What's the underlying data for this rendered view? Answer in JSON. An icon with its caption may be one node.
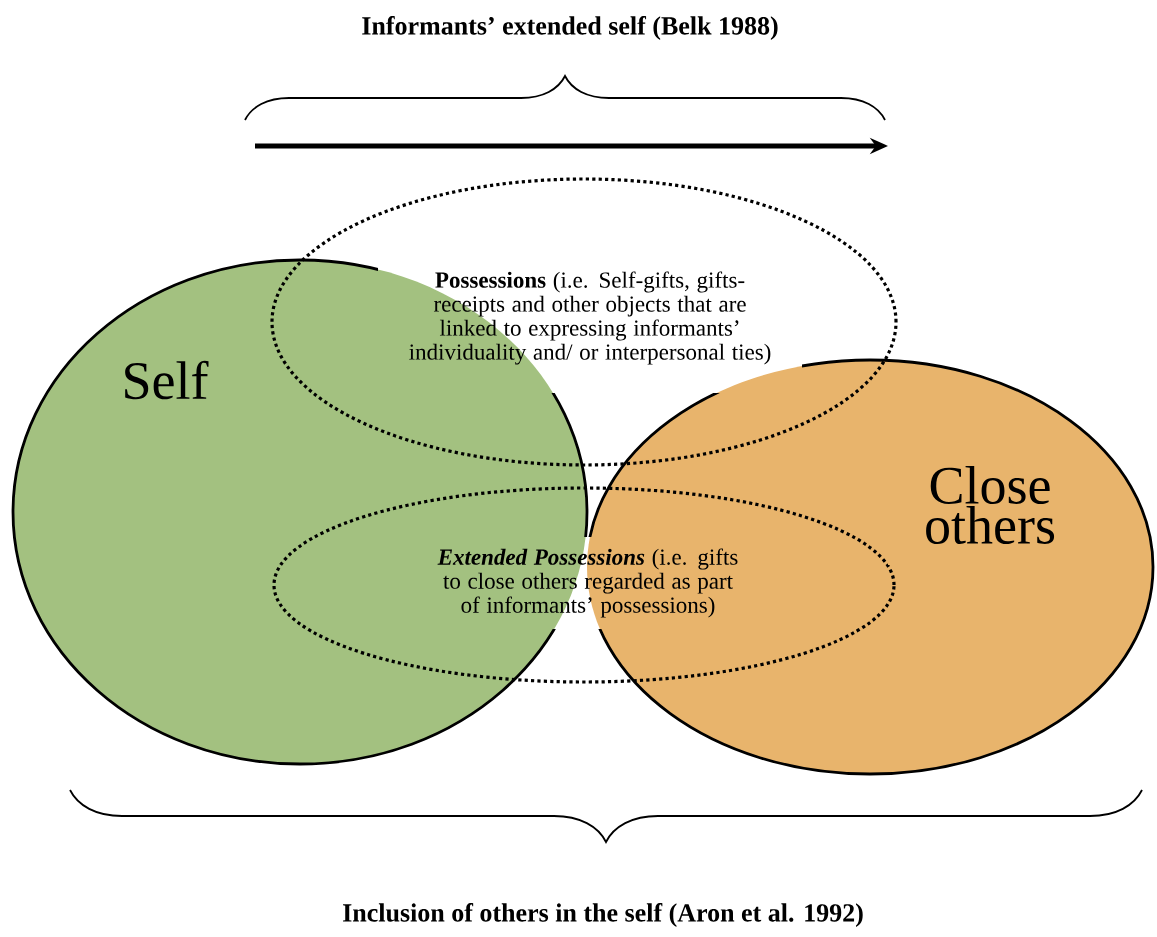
{
  "diagram": {
    "nodes": [
      {
        "text": [
          "Self"
        ]
      },
      {
        "text": [
          "Close others"
        ]
      },
      {
        "text": [
          "Possessions",
          "(i.e. Self-gifts, gifts-receipts and other objects that are linked to expressing informants’ individuality and/ or interpersonal ties)"
        ]
      },
      {
        "text": [
          "Extended Possessions",
          "(i.e. gifts to close others regarded as part of informants’ possessions)"
        ]
      }
    ],
    "labels": [
      "Informants’ extended self (Belk 1988)",
      "Inclusion of others in the self (Aron et al. 1992)"
    ]
  }
}
